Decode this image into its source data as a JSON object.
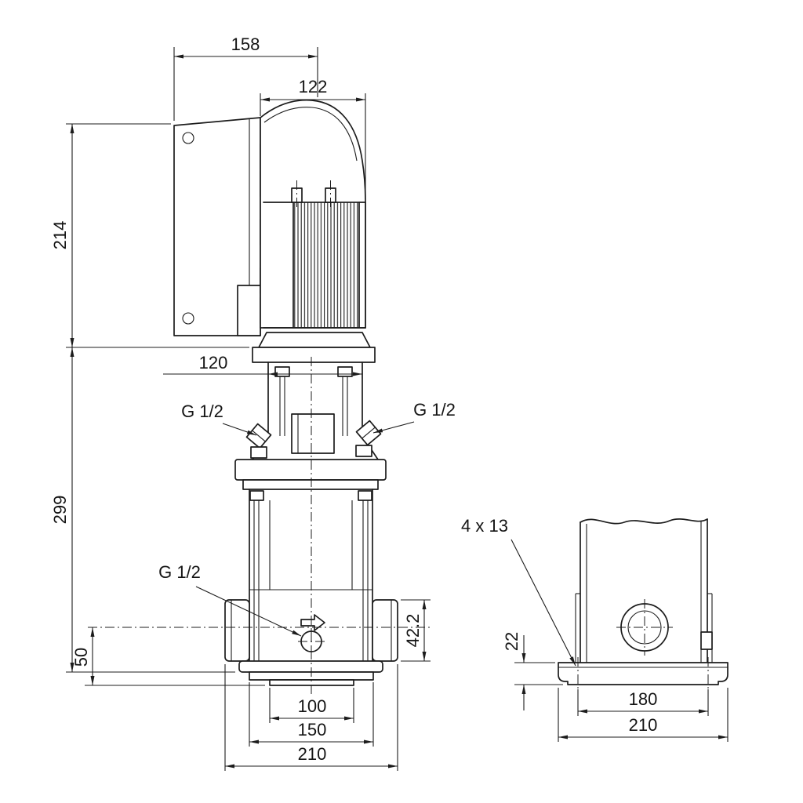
{
  "drawing": {
    "front_view": {
      "dim_158": "158",
      "dim_122": "122",
      "dim_214": "214",
      "dim_120": "120",
      "dim_299": "299",
      "port_top_left": "G 1/2",
      "port_top_right": "G 1/2",
      "port_drain": "G 1/2",
      "dim_42_2": "42.2",
      "dim_50": "50",
      "dim_100": "100",
      "dim_150": "150",
      "dim_210": "210"
    },
    "end_view": {
      "holes": "4 x 13",
      "dim_22": "22",
      "dim_180": "180",
      "dim_210": "210"
    },
    "colors": {
      "line": "#1c1c1c",
      "background": "#ffffff"
    }
  }
}
